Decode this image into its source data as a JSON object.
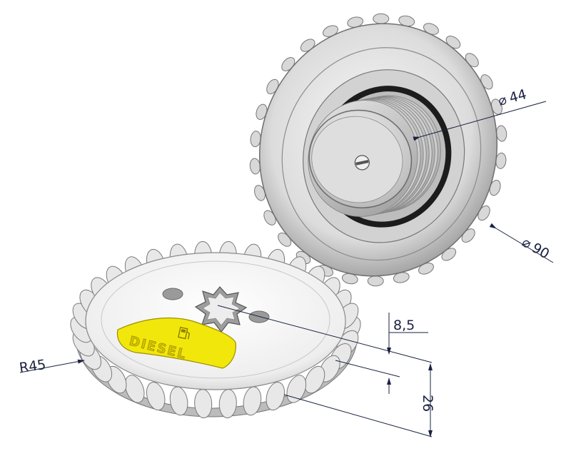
{
  "drawing": {
    "dimensions": {
      "outer_diameter": {
        "symbol": "⌀",
        "value": "90"
      },
      "inner_diameter": {
        "symbol": "⌀",
        "value": "44"
      },
      "radius": "R45",
      "depth": "8,5",
      "height": "26"
    },
    "badge_label": "DIESEL",
    "colors": {
      "badge": "#f2e70a",
      "metal_light": "#f2f2f2",
      "metal_mid": "#c9c9c9",
      "metal_dark": "#7d7d7d",
      "seal": "#1c1c1c",
      "dimension_line": "#1a2240"
    },
    "icons": [
      "fuel-pump-icon"
    ]
  }
}
